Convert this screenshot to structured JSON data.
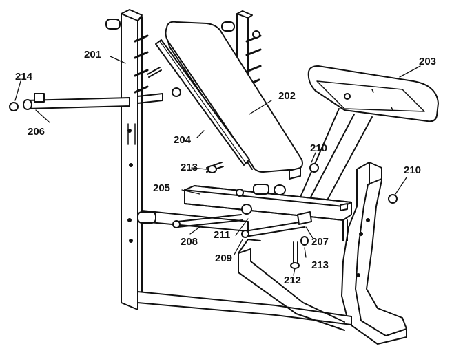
{
  "callouts": {
    "c201": "201",
    "c202": "202",
    "c203": "203",
    "c204": "204",
    "c205": "205",
    "c206": "206",
    "c207": "207",
    "c208": "208",
    "c209": "209",
    "c210a": "210",
    "c210b": "210",
    "c211": "211",
    "c212": "212",
    "c213a": "213",
    "c213b": "213",
    "c214": "214"
  },
  "colors": {
    "ink": "#111111",
    "paper": "#ffffff"
  }
}
